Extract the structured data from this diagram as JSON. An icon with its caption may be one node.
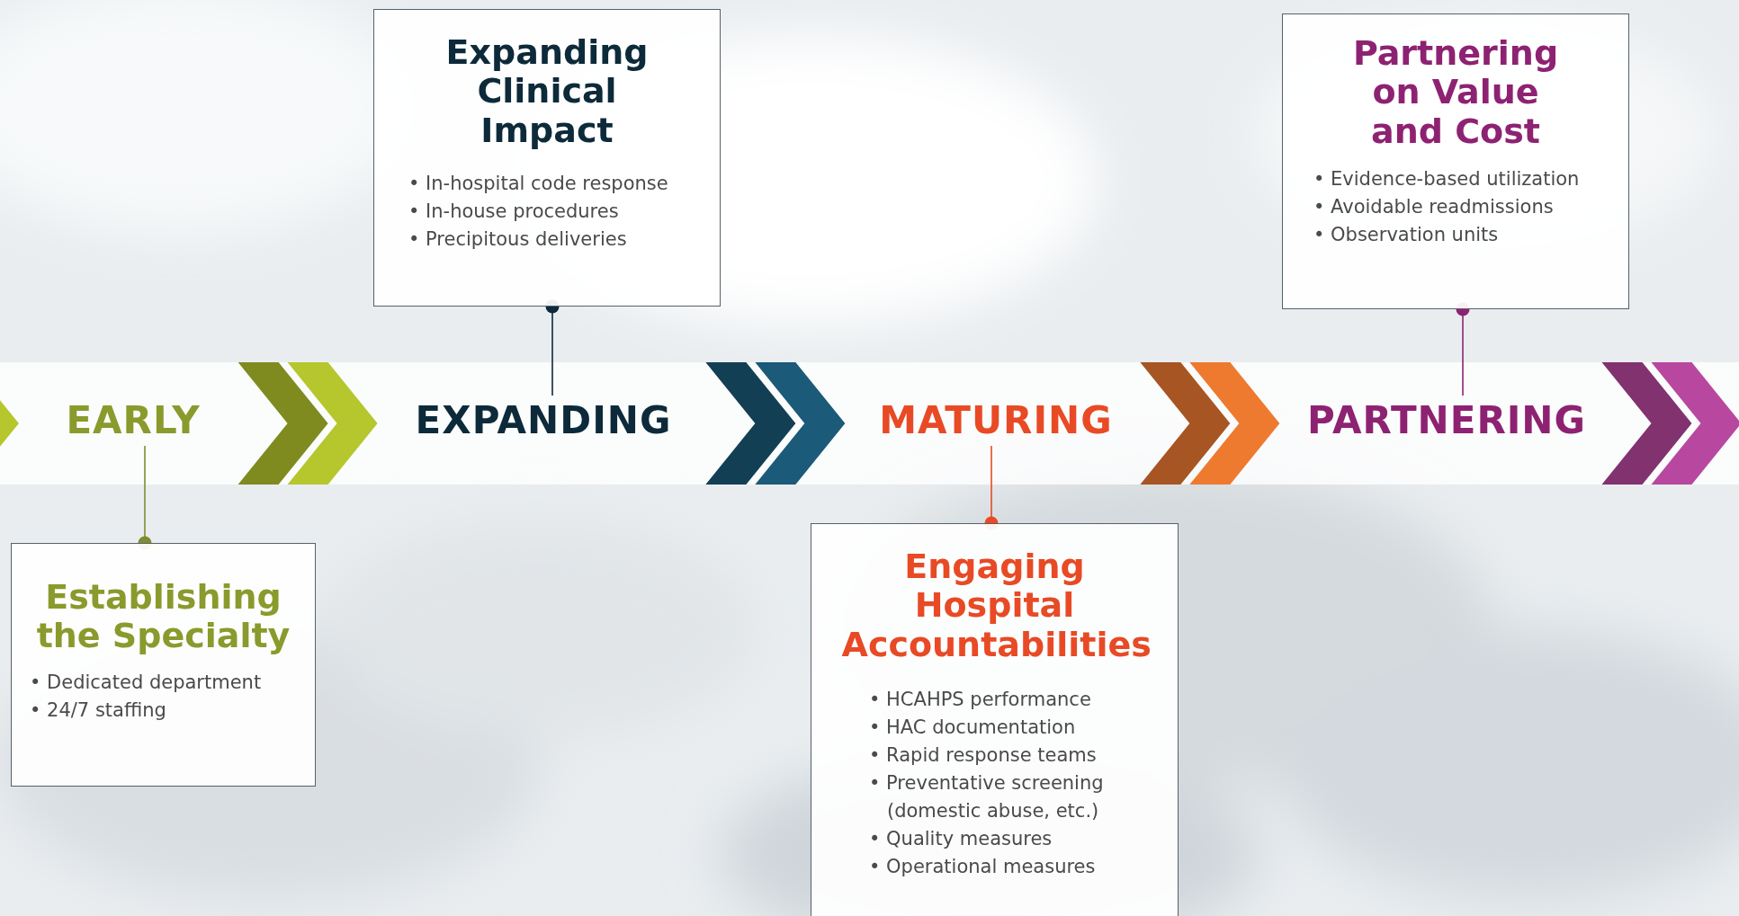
{
  "diagram": {
    "nodes": [
      {
        "text": [
          "Expanding Clinical Impact",
          "• In-hospital code response",
          "• In-house procedures",
          "• Precipitous deliveries"
        ]
      },
      {
        "text": [
          "Partnering on Value and Cost",
          "• Evidence-based utilization",
          "• Avoidable readmissions",
          "• Observation units"
        ]
      },
      {
        "text": [
          "EARLY"
        ]
      },
      {
        "text": [
          "EXPANDING"
        ]
      },
      {
        "text": [
          "MATURING"
        ]
      },
      {
        "text": [
          "PARTNERING"
        ]
      },
      {
        "text": [
          "Establishing the Specialty",
          "• Dedicated department",
          "• 24/7 staffing"
        ]
      },
      {
        "text": [
          "Engaging Hospital Accountabilities",
          "• HCAHPS performance",
          "• HAC documentation",
          "• Rapid response teams",
          "• Preventative screening (domestic abuse, etc.)",
          "• Quality measures",
          "• Operational measures"
        ]
      }
    ],
    "edges": [
      {
        "from": null,
        "to": 2,
        "arrow": "to",
        "color": "#b5c72c"
      },
      {
        "from": 2,
        "to": 3,
        "arrow": "to",
        "color": "#b5c72c"
      },
      {
        "from": 3,
        "to": 4,
        "arrow": "to",
        "color": "#1b5a78"
      },
      {
        "from": 4,
        "to": 5,
        "arrow": "to",
        "color": "#ee7a30"
      },
      {
        "from": 5,
        "to": null,
        "arrow": "to",
        "color": "#b8489f"
      },
      {
        "from": 6,
        "to": 2,
        "arrow": "other",
        "color": "#7f8c2f"
      },
      {
        "from": 0,
        "to": 3,
        "arrow": "other",
        "color": "#0c2a3a"
      },
      {
        "from": 7,
        "to": 4,
        "arrow": "other",
        "color": "#e84a25"
      },
      {
        "from": 1,
        "to": 5,
        "arrow": "other",
        "color": "#8e2272"
      }
    ]
  }
}
